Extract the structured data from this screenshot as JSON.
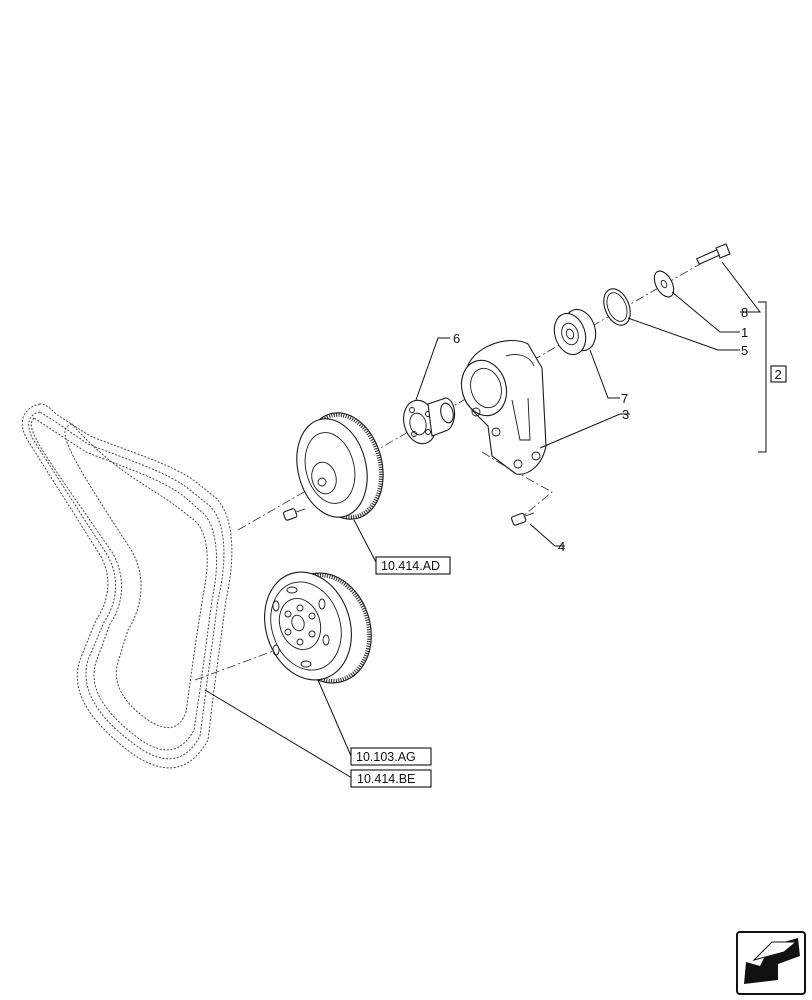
{
  "callouts": {
    "c1": "1",
    "c2": "2",
    "c3": "3",
    "c4": "4",
    "c5": "5",
    "c6": "6",
    "c7": "7",
    "c8": "8"
  },
  "references": {
    "r1": "10.414.AD",
    "r2": "10.103.AG",
    "r3": "10.414.BE"
  },
  "icons": {
    "corner": "next-page-arrow-icon"
  },
  "colors": {
    "line": "#1a1a1a",
    "background": "#ffffff"
  }
}
